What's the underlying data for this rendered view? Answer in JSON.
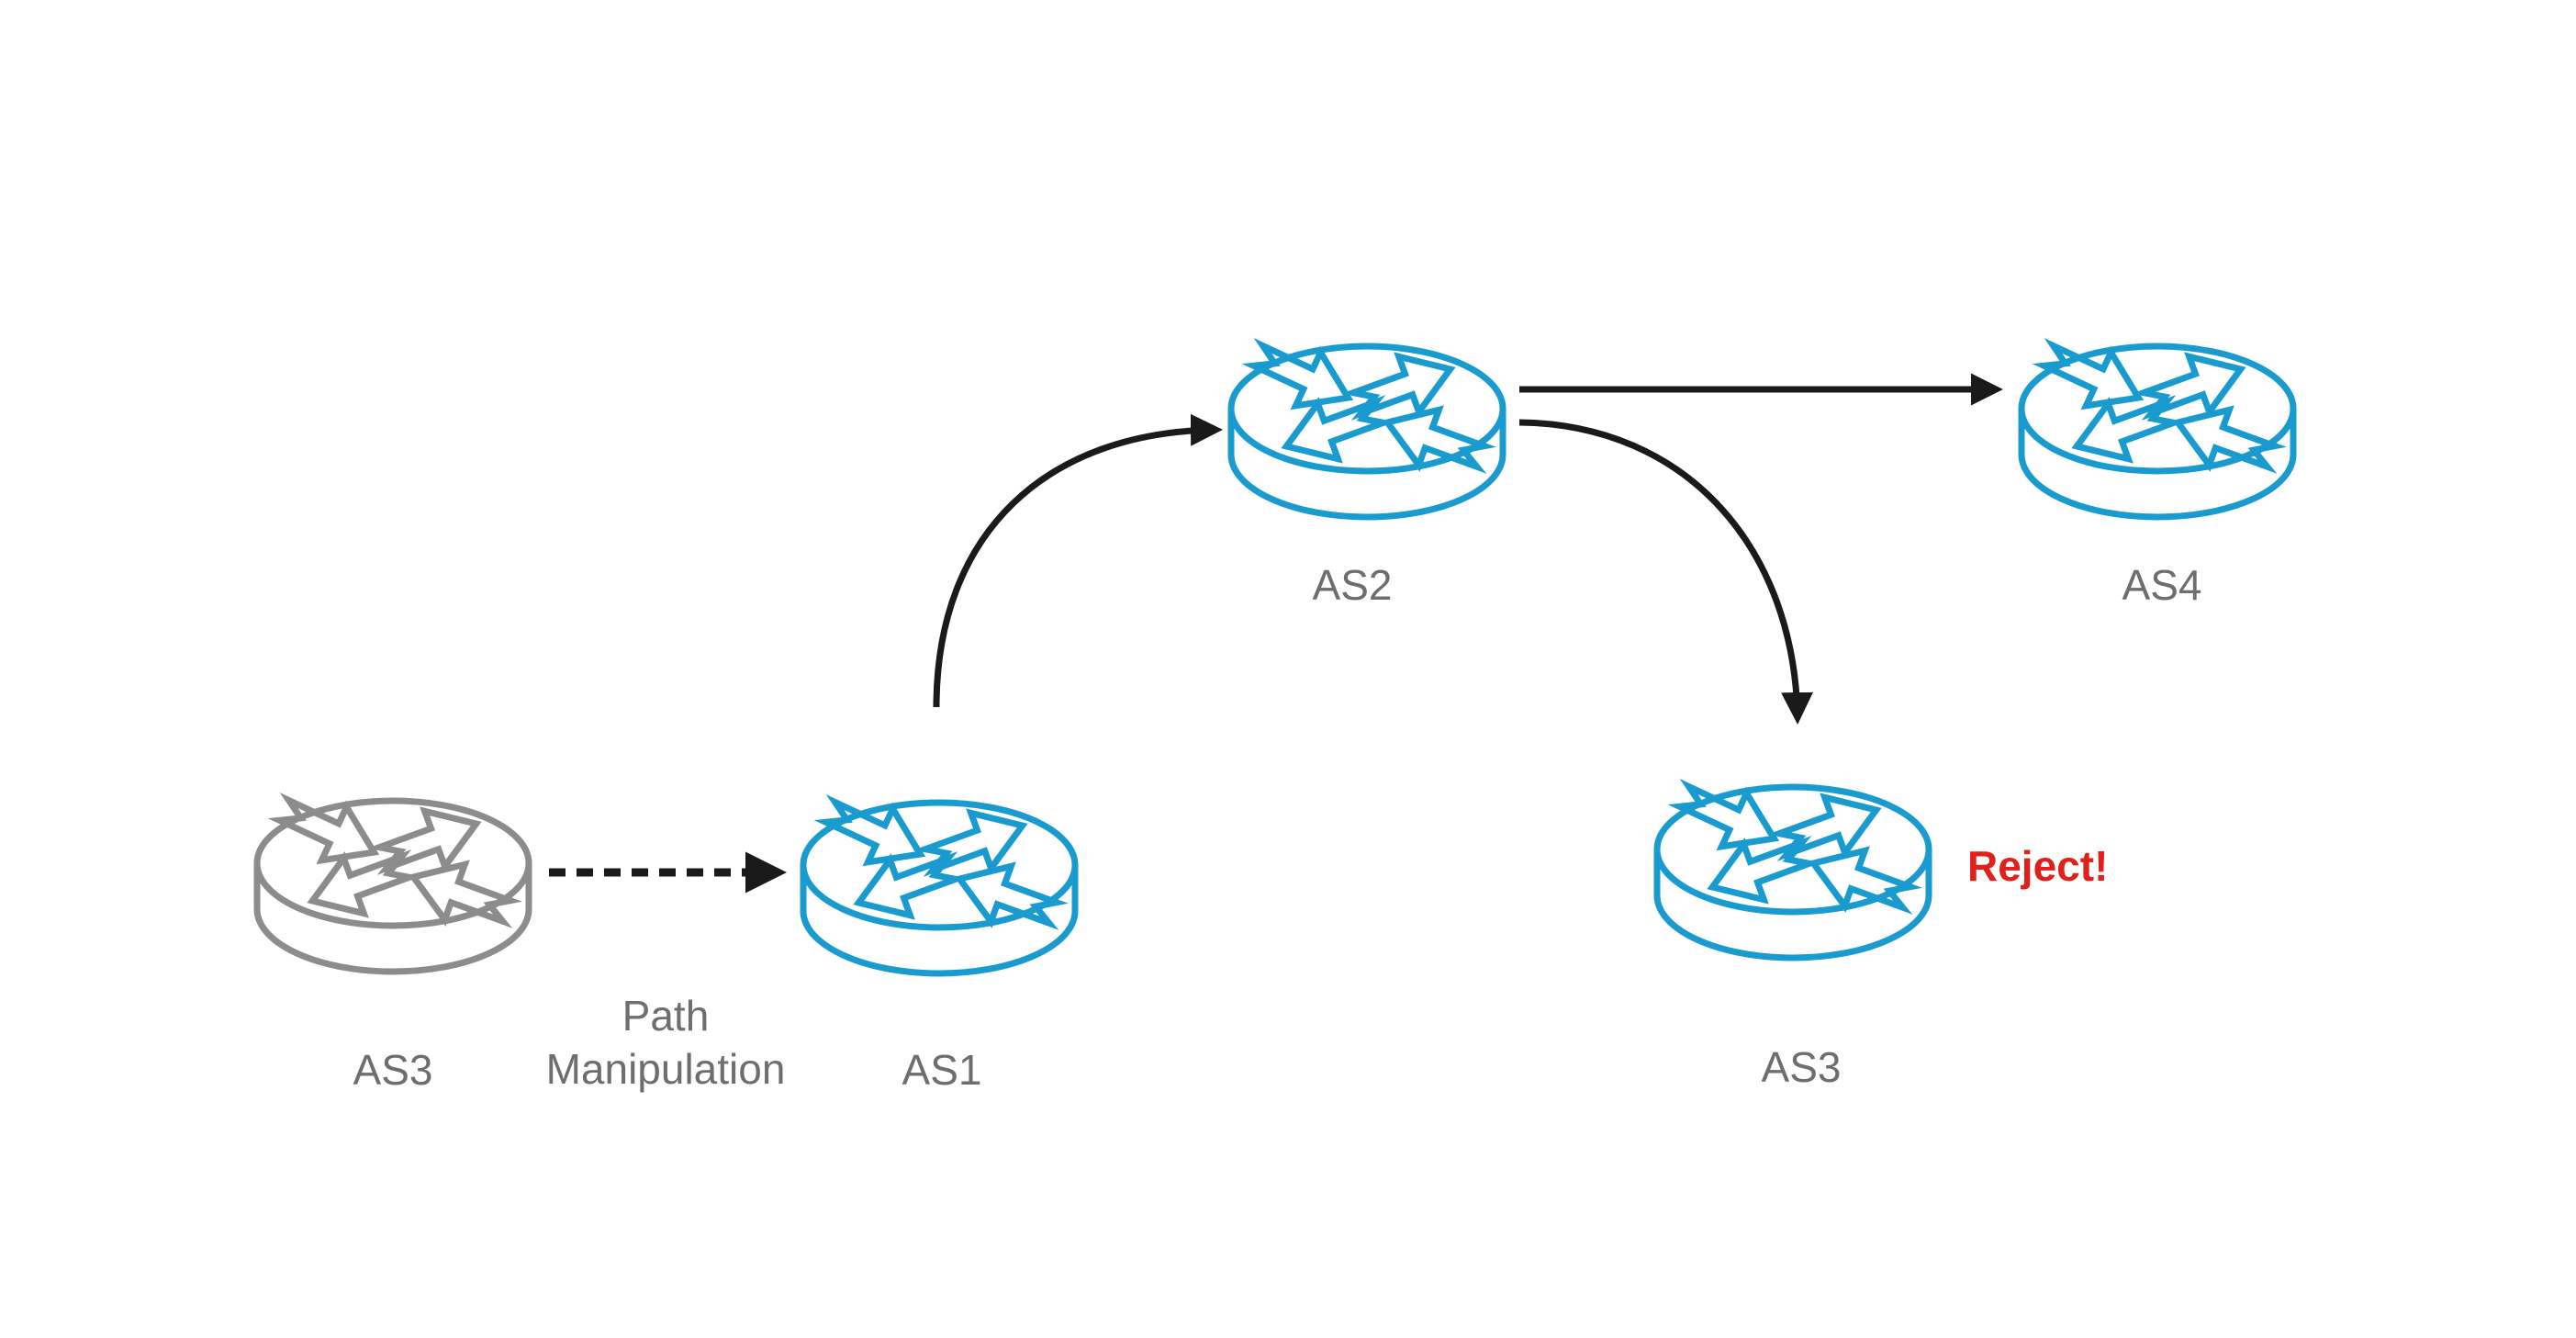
{
  "colors": {
    "active_router": "#1a9bcf",
    "inactive_router": "#8c8c8c",
    "arrow": "#1a1a1a",
    "label": "#6e6e6e",
    "reject": "#e0201b"
  },
  "routers": [
    {
      "id": "as3-origin",
      "label": "AS3",
      "state": "inactive"
    },
    {
      "id": "as1",
      "label": "AS1",
      "state": "active"
    },
    {
      "id": "as2",
      "label": "AS2",
      "state": "active"
    },
    {
      "id": "as4",
      "label": "AS4",
      "state": "active"
    },
    {
      "id": "as3-reject",
      "label": "AS3",
      "state": "active"
    }
  ],
  "edge_label": {
    "line1": "Path",
    "line2": "Manipulation"
  },
  "reject_text": "Reject!",
  "icons": {
    "router": "router-icon"
  }
}
